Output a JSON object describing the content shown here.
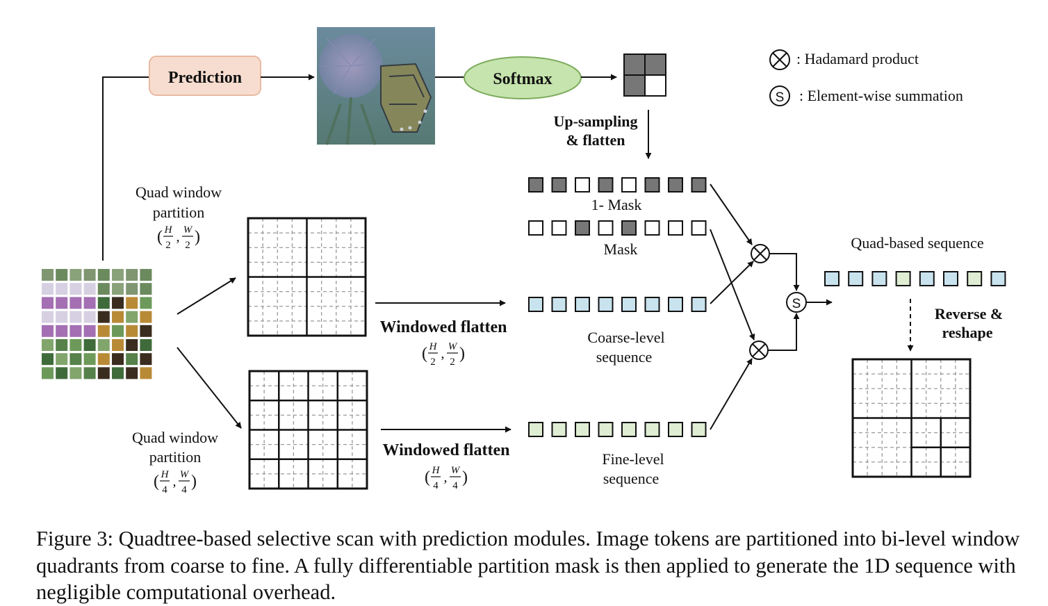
{
  "legend": {
    "hadamard_label": ": Hadamard product",
    "summation_label": ": Element-wise summation",
    "summation_symbol": "S"
  },
  "nodes": {
    "prediction": "Prediction",
    "softmax": "Softmax",
    "upsampling_line1": "Up-sampling",
    "upsampling_line2": "& flatten",
    "quad_partition_coarse_line1": "Quad window",
    "quad_partition_coarse_line2": "partition",
    "quad_partition_fine_line1": "Quad window",
    "quad_partition_fine_line2": "partition",
    "windowed_flatten_coarse": "Windowed flatten",
    "windowed_flatten_fine": "Windowed flatten",
    "one_minus_mask": "1- Mask",
    "mask": "Mask",
    "coarse_seq_line1": "Coarse-level",
    "coarse_seq_line2": "sequence",
    "fine_seq_line1": "Fine-level",
    "fine_seq_line2": "sequence",
    "quad_seq": "Quad-based sequence",
    "reverse_line1": "Reverse &",
    "reverse_line2": "reshape"
  },
  "fractions": {
    "half": {
      "h_num": "H",
      "w_num": "W",
      "den": "2"
    },
    "quarter": {
      "h_num": "H",
      "w_num": "W",
      "den": "4"
    }
  },
  "sequences": {
    "mask_2x2_filled": [
      true,
      true,
      true,
      false
    ],
    "one_minus_mask": [
      true,
      true,
      false,
      true,
      false,
      true,
      true,
      true
    ],
    "mask": [
      false,
      false,
      true,
      false,
      true,
      false,
      false,
      false
    ],
    "quad_based_types": [
      "coarse",
      "coarse",
      "coarse",
      "fine",
      "coarse",
      "coarse",
      "fine",
      "coarse"
    ]
  },
  "colors": {
    "dark_token": "#777777",
    "coarse_token": "#c9e3ee",
    "fine_token": "#dfedd3",
    "prediction_fill": "#f7ddcf",
    "prediction_stroke": "#e8b9a2",
    "softmax_fill": "#c6e4ae",
    "softmax_stroke": "#7cab5c"
  },
  "caption": "Figure 3: Quadtree-based selective scan with prediction modules. Image tokens are partitioned into bi-level window quadrants from coarse to fine. A fully differentiable partition mask is then applied to generate the 1D sequence with negligible computational overhead."
}
